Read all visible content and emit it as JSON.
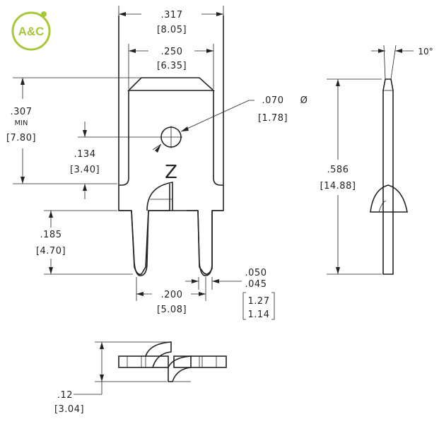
{
  "logo": {
    "text": "A&C",
    "color": "#a6c83a"
  },
  "dims": {
    "overall_width_in": ".317",
    "overall_width_mm": "[8.05]",
    "tab_width_in": ".250",
    "tab_width_mm": "[6.35]",
    "hole_dia_in": ".070",
    "hole_dia_symbol": "Ø",
    "hole_dia_mm": "[1.78]",
    "tab_length_in": ".307",
    "tab_length_min": "MIN",
    "tab_length_mm": "[7.80]",
    "hole_pos_in": ".134",
    "hole_pos_mm": "[3.40]",
    "leg_length_in": ".185",
    "leg_length_mm": "[4.70]",
    "leg_spacing_in": ".200",
    "leg_spacing_mm": "[5.08]",
    "leg_thick_in_max": ".050",
    "leg_thick_in_min": ".045",
    "leg_thick_mm_max": "1.27",
    "leg_thick_mm_min": "1.14",
    "angle": "10°",
    "height_in": ".586",
    "height_mm": "[14.88]",
    "depth_in": ".12",
    "depth_mm": "[3.04]",
    "marking": "Z"
  }
}
